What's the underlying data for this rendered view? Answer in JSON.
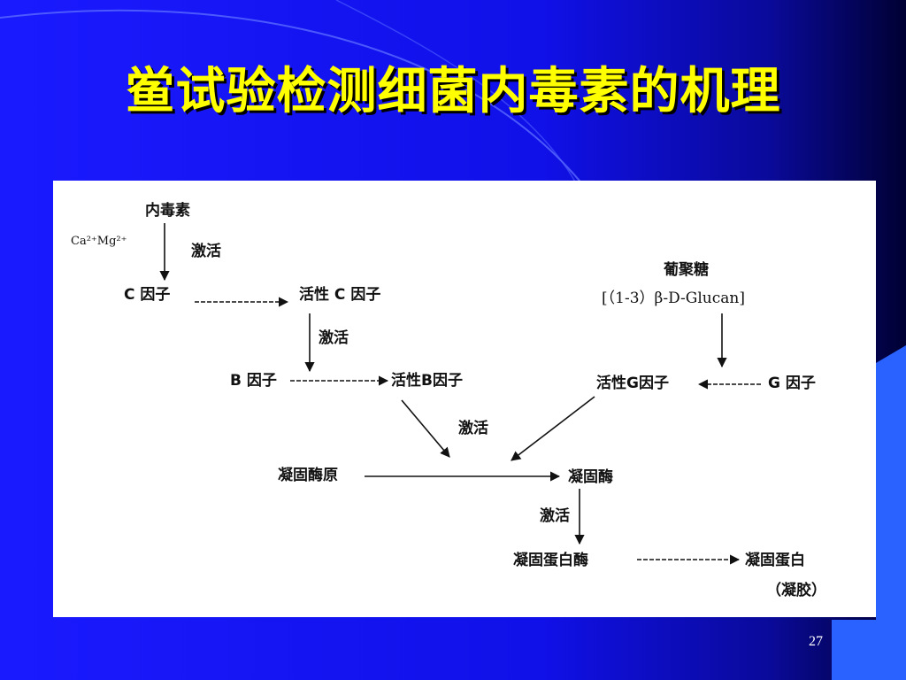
{
  "slide": {
    "title": "鲎试验检测细菌内毒素的机理",
    "page_number": "27"
  },
  "colors": {
    "background": "#1414ff",
    "title": "#ffff00",
    "figure_background": "#ffffff",
    "corner_accent": "#2a62ff"
  },
  "diagram": {
    "nodes": {
      "endotoxin": "内毒素",
      "ions": "Ca²⁺Mg²⁺",
      "activate_1": "激活",
      "factor_c": "C 因子",
      "active_factor_c": "活性 C 因子",
      "activate_2": "激活",
      "factor_b": "B 因子",
      "active_factor_b": "活性B因子",
      "glucan": "葡聚糖",
      "glucan_formula": "[（1-3）β-D-Glucan]",
      "active_factor_g": "活性G因子",
      "factor_g": "G 因子",
      "activate_3": "激活",
      "proclotting_enzyme": "凝固酶原",
      "clotting_enzyme": "凝固酶",
      "activate_4": "激活",
      "coagulogen": "凝固蛋白酶",
      "coagulin": "凝固蛋白",
      "gel": "（凝胶）"
    }
  }
}
